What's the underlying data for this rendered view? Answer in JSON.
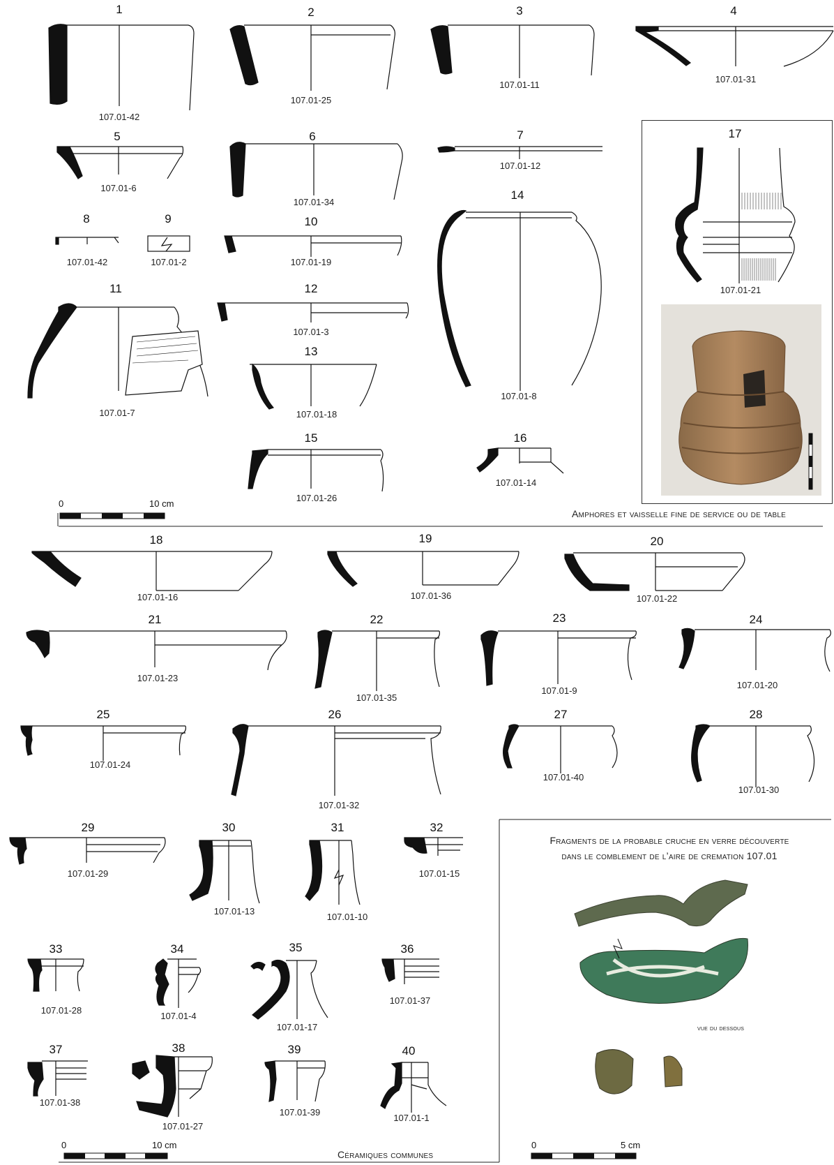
{
  "section1": {
    "caption": "Amphores et vaisselle fine de service ou de table",
    "scale": {
      "start": "0",
      "end": "10 cm"
    },
    "items": [
      {
        "n": "1",
        "ref": "107.01-42"
      },
      {
        "n": "2",
        "ref": "107.01-25"
      },
      {
        "n": "3",
        "ref": "107.01-11"
      },
      {
        "n": "4",
        "ref": "107.01-31"
      },
      {
        "n": "5",
        "ref": "107.01-6"
      },
      {
        "n": "6",
        "ref": "107.01-34"
      },
      {
        "n": "7",
        "ref": "107.01-12"
      },
      {
        "n": "8",
        "ref": "107.01-42"
      },
      {
        "n": "9",
        "ref": "107.01-2"
      },
      {
        "n": "10",
        "ref": "107.01-19"
      },
      {
        "n": "11",
        "ref": "107.01-7"
      },
      {
        "n": "12",
        "ref": "107.01-3"
      },
      {
        "n": "13",
        "ref": "107.01-18"
      },
      {
        "n": "14",
        "ref": "107.01-8"
      },
      {
        "n": "15",
        "ref": "107.01-26"
      },
      {
        "n": "16",
        "ref": "107.01-14"
      },
      {
        "n": "17",
        "ref": "107.01-21"
      }
    ]
  },
  "section2": {
    "caption": "Céramiques communes",
    "scale": {
      "start": "0",
      "end": "10 cm"
    },
    "items": [
      {
        "n": "18",
        "ref": "107.01-16"
      },
      {
        "n": "19",
        "ref": "107.01-36"
      },
      {
        "n": "20",
        "ref": "107.01-22"
      },
      {
        "n": "21",
        "ref": "107.01-23"
      },
      {
        "n": "22",
        "ref": "107.01-35"
      },
      {
        "n": "23",
        "ref": "107.01-9"
      },
      {
        "n": "24",
        "ref": "107.01-20"
      },
      {
        "n": "25",
        "ref": "107.01-24"
      },
      {
        "n": "26",
        "ref": "107.01-32"
      },
      {
        "n": "27",
        "ref": "107.01-40"
      },
      {
        "n": "28",
        "ref": "107.01-30"
      },
      {
        "n": "29",
        "ref": "107.01-29"
      },
      {
        "n": "30",
        "ref": "107.01-13"
      },
      {
        "n": "31",
        "ref": "107.01-10"
      },
      {
        "n": "32",
        "ref": "107.01-15"
      },
      {
        "n": "33",
        "ref": "107.01-28"
      },
      {
        "n": "34",
        "ref": "107.01-4"
      },
      {
        "n": "35",
        "ref": "107.01-17"
      },
      {
        "n": "36",
        "ref": "107.01-37"
      },
      {
        "n": "37",
        "ref": "107.01-38"
      },
      {
        "n": "38",
        "ref": "107.01-27"
      },
      {
        "n": "39",
        "ref": "107.01-39"
      },
      {
        "n": "40",
        "ref": "107.01-1"
      }
    ]
  },
  "glass": {
    "title_line1": "Fragments de la probable cruche en verre découverte",
    "title_line2": "dans le comblement de l’aire de cremation 107.01",
    "view_label": "vue du dessous",
    "scale": {
      "start": "0",
      "end": "5 cm"
    }
  }
}
